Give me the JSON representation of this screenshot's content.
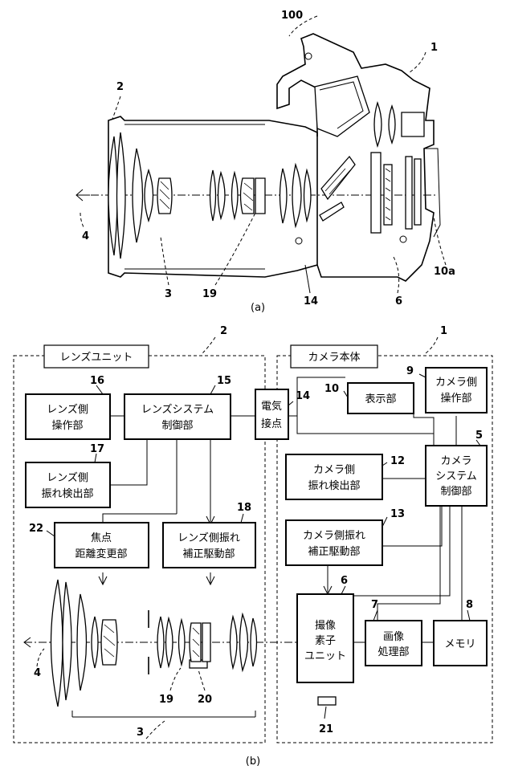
{
  "figure_a": {
    "caption": "(a)",
    "labels": {
      "ref_100": "100",
      "ref_1": "1",
      "ref_2": "2",
      "ref_4": "4",
      "ref_3": "3",
      "ref_19": "19",
      "ref_14": "14",
      "ref_6": "6",
      "ref_10a": "10a"
    }
  },
  "figure_b": {
    "caption": "(b)",
    "lens_unit_title": "レンズユニット",
    "camera_body_title": "カメラ本体",
    "blocks": {
      "lens_operation": {
        "line1": "レンズ側",
        "line2": "操作部",
        "ref": "16"
      },
      "lens_system_control": {
        "line1": "レンズシステム",
        "line2": "制御部",
        "ref": "15"
      },
      "lens_shake_detect": {
        "line1": "レンズ側",
        "line2": "振れ検出部",
        "ref": "17"
      },
      "electrical_contact": {
        "line1": "電気",
        "line2": "接点",
        "ref": "14"
      },
      "display": {
        "line1": "表示部",
        "ref": "10"
      },
      "camera_operation": {
        "line1": "カメラ側",
        "line2": "操作部",
        "ref": "9"
      },
      "camera_system_control": {
        "line1": "カメラ",
        "line2": "システム",
        "line3": "制御部",
        "ref": "5"
      },
      "camera_shake_detect": {
        "line1": "カメラ側",
        "line2": "振れ検出部",
        "ref": "12"
      },
      "focal_length_change": {
        "line1": "焦点",
        "line2": "距離変更部",
        "ref": "22"
      },
      "lens_shake_correct": {
        "line1": "レンズ側振れ",
        "line2": "補正駆動部",
        "ref": "18"
      },
      "camera_shake_correct": {
        "line1": "カメラ側振れ",
        "line2": "補正駆動部",
        "ref": "13"
      },
      "image_sensor_unit": {
        "line1": "撮像",
        "line2": "素子",
        "line3": "ユニット",
        "ref": "6"
      },
      "image_processing": {
        "line1": "画像",
        "line2": "処理部",
        "ref": "7"
      },
      "memory": {
        "line1": "メモリ",
        "ref": "8"
      }
    },
    "labels": {
      "ref_2": "2",
      "ref_1": "1",
      "ref_4": "4",
      "ref_19": "19",
      "ref_20": "20",
      "ref_3": "3",
      "ref_21": "21"
    }
  }
}
